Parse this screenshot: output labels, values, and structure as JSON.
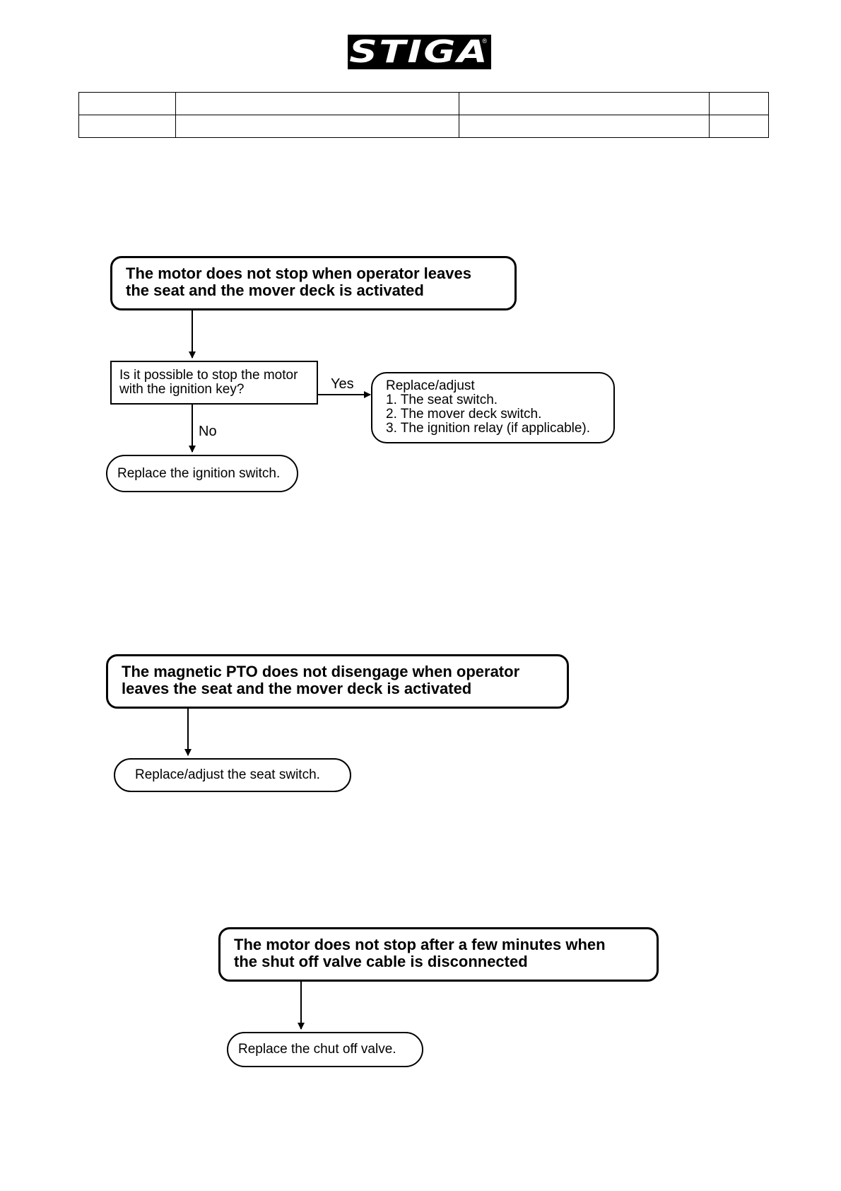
{
  "logo": {
    "text": "STIGA",
    "reg_mark": "®"
  },
  "flowchart1": {
    "title": [
      "The motor does not stop when operator leaves",
      "the seat and the mover deck is activated"
    ],
    "question": [
      "Is it possible to stop the motor",
      "with the ignition key?"
    ],
    "yes_label": "Yes",
    "no_label": "No",
    "yes_action": [
      "Replace/adjust",
      "1. The seat switch.",
      "2. The mover deck switch.",
      "3. The ignition relay (if applicable)."
    ],
    "no_action": "Replace the ignition switch."
  },
  "flowchart2": {
    "title": [
      "The magnetic PTO does not disengage when operator",
      "leaves the seat and the mover deck is activated"
    ],
    "action": "Replace/adjust the seat switch."
  },
  "flowchart3": {
    "title": [
      "The motor does not stop after a few minutes when",
      "the shut off valve cable is disconnected"
    ],
    "action": "Replace the chut off valve."
  }
}
